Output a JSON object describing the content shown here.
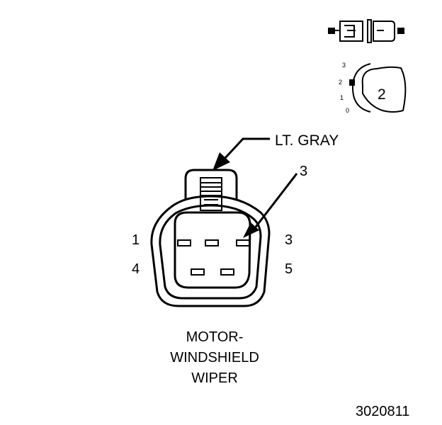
{
  "connector": {
    "color_label": "LT. GRAY",
    "callout_pin": "3",
    "pin_labels": {
      "pin1": "1",
      "pin3": "3",
      "pin4": "4",
      "pin5": "5"
    },
    "name_lines": [
      "MOTOR-",
      "WINDSHIELD",
      "WIPER"
    ]
  },
  "key_icon": {
    "scale": [
      "3",
      "2",
      "1",
      "0"
    ],
    "position": "2"
  },
  "figure_id": "3020811",
  "colors": {
    "ink": "#000000",
    "background": "#ffffff"
  }
}
